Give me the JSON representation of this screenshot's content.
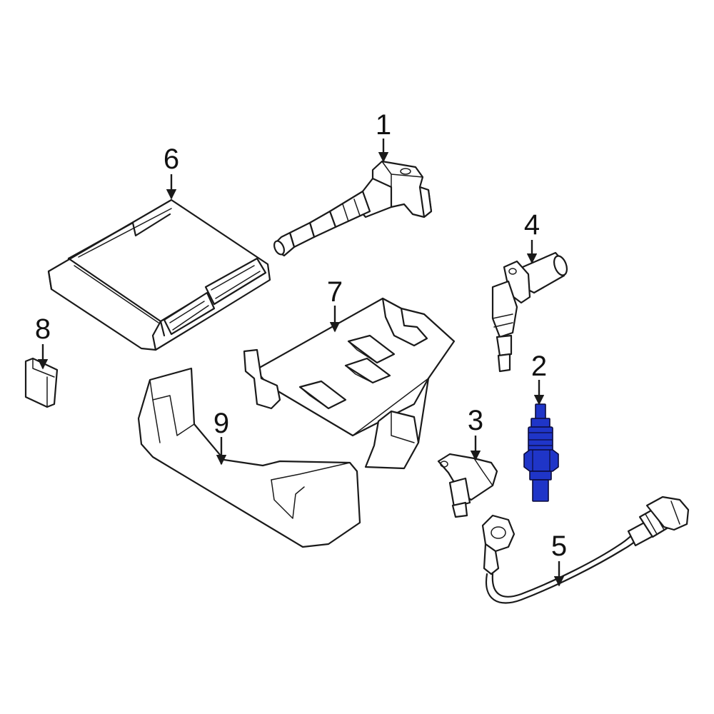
{
  "callouts": [
    {
      "id": "1",
      "label": "1"
    },
    {
      "id": "2",
      "label": "2"
    },
    {
      "id": "3",
      "label": "3"
    },
    {
      "id": "4",
      "label": "4"
    },
    {
      "id": "5",
      "label": "5"
    },
    {
      "id": "6",
      "label": "6"
    },
    {
      "id": "7",
      "label": "7"
    },
    {
      "id": "8",
      "label": "8"
    },
    {
      "id": "9",
      "label": "9"
    }
  ],
  "highlighted_part": "2",
  "colors": {
    "highlight": "#1f35c8",
    "line": "#1a1a1a",
    "background": "#ffffff"
  }
}
